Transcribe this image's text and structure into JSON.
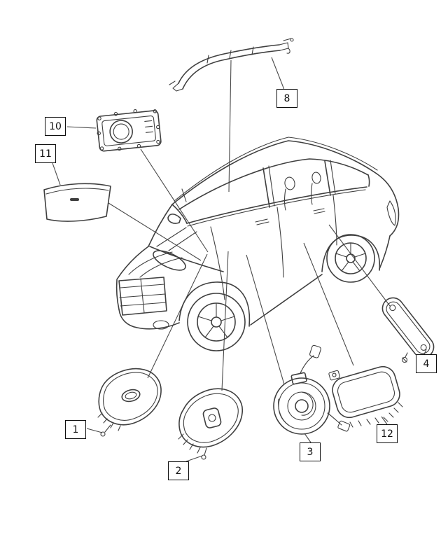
{
  "callouts": {
    "c1": {
      "label": "1"
    },
    "c2": {
      "label": "2"
    },
    "c3": {
      "label": "3"
    },
    "c4": {
      "label": "4"
    },
    "c8": {
      "label": "8"
    },
    "c10": {
      "label": "10"
    },
    "c11": {
      "label": "11"
    },
    "c12": {
      "label": "12"
    }
  },
  "colors": {
    "background": "#ffffff",
    "line_art": "#3f3f3f",
    "leader_line": "#4a4a4a",
    "callout_border": "#0d0d0d",
    "callout_text": "#111111"
  }
}
